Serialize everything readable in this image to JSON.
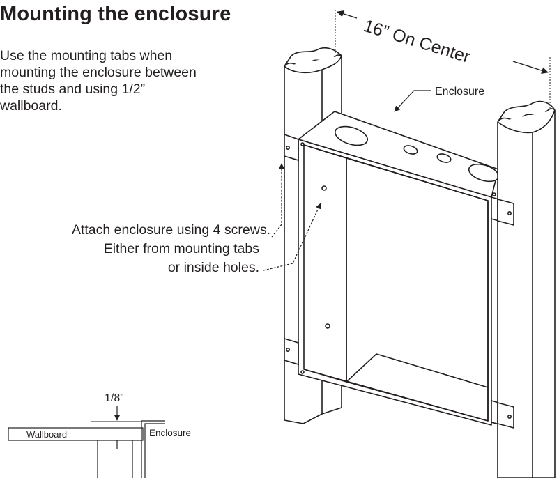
{
  "title": "Mounting the enclosure",
  "intro_lines": [
    "Use the mounting tabs when",
    "mounting the enclosure between",
    "the studs and using 1/2”",
    "wallboard."
  ],
  "callouts": {
    "attach": "Attach enclosure using 4 screws.",
    "either": "Either from mounting tabs",
    "inside": "or inside holes."
  },
  "labels": {
    "on_center": "16” On Center",
    "enclosure": "Enclosure",
    "detail_gap": "1/8”",
    "detail_wallboard": "Wallboard",
    "detail_enclosure": "Enclosure"
  },
  "colors": {
    "ink": "#231f20",
    "background": "#ffffff"
  }
}
